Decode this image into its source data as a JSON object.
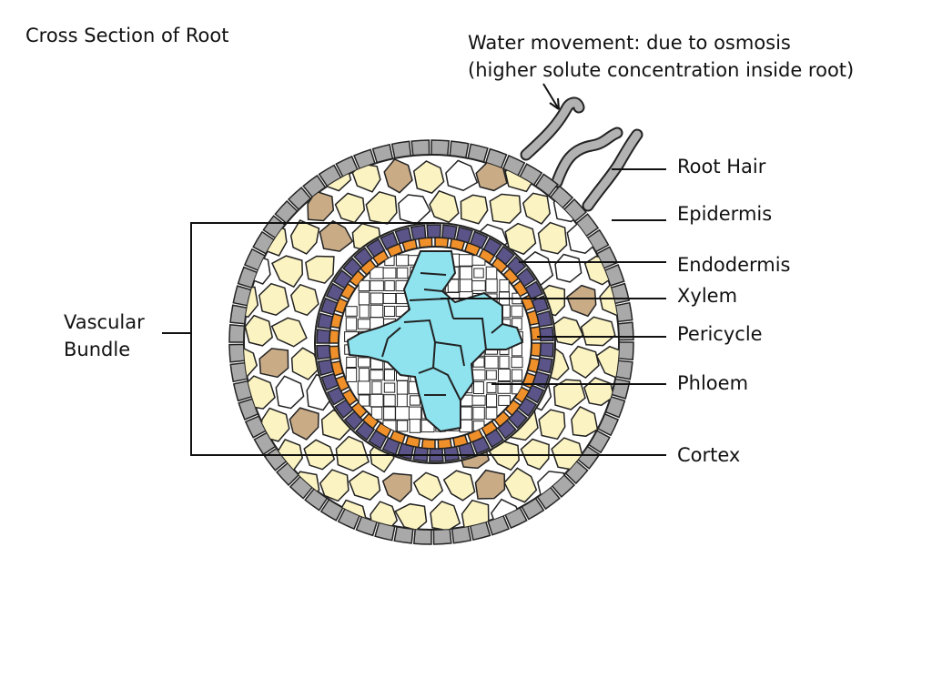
{
  "title": "Cross Section of Root",
  "note": {
    "line1": "Water movement: due to osmosis",
    "line2": "(higher solute concentration inside root)"
  },
  "labels": {
    "root_hair": "Root Hair",
    "epidermis": "Epidermis",
    "endodermis": "Endodermis",
    "xylem": "Xylem",
    "pericycle": "Pericycle",
    "phloem": "Phloem",
    "cortex": "Cortex",
    "vascular_bundle": [
      "Vascular",
      "Bundle"
    ]
  },
  "colors": {
    "epidermis": "#a9a9a9",
    "cortex_cell": "#fbf3c2",
    "cortex_white_cell": "#ffffff",
    "cortex_shaded_cell": "#c9ab86",
    "endodermis": "#5a5488",
    "pericycle": "#f0902a",
    "xylem": "#8ee3ef",
    "phloem": "#ffffff",
    "cell_wall": "#222222",
    "leader_line": "#111111"
  }
}
